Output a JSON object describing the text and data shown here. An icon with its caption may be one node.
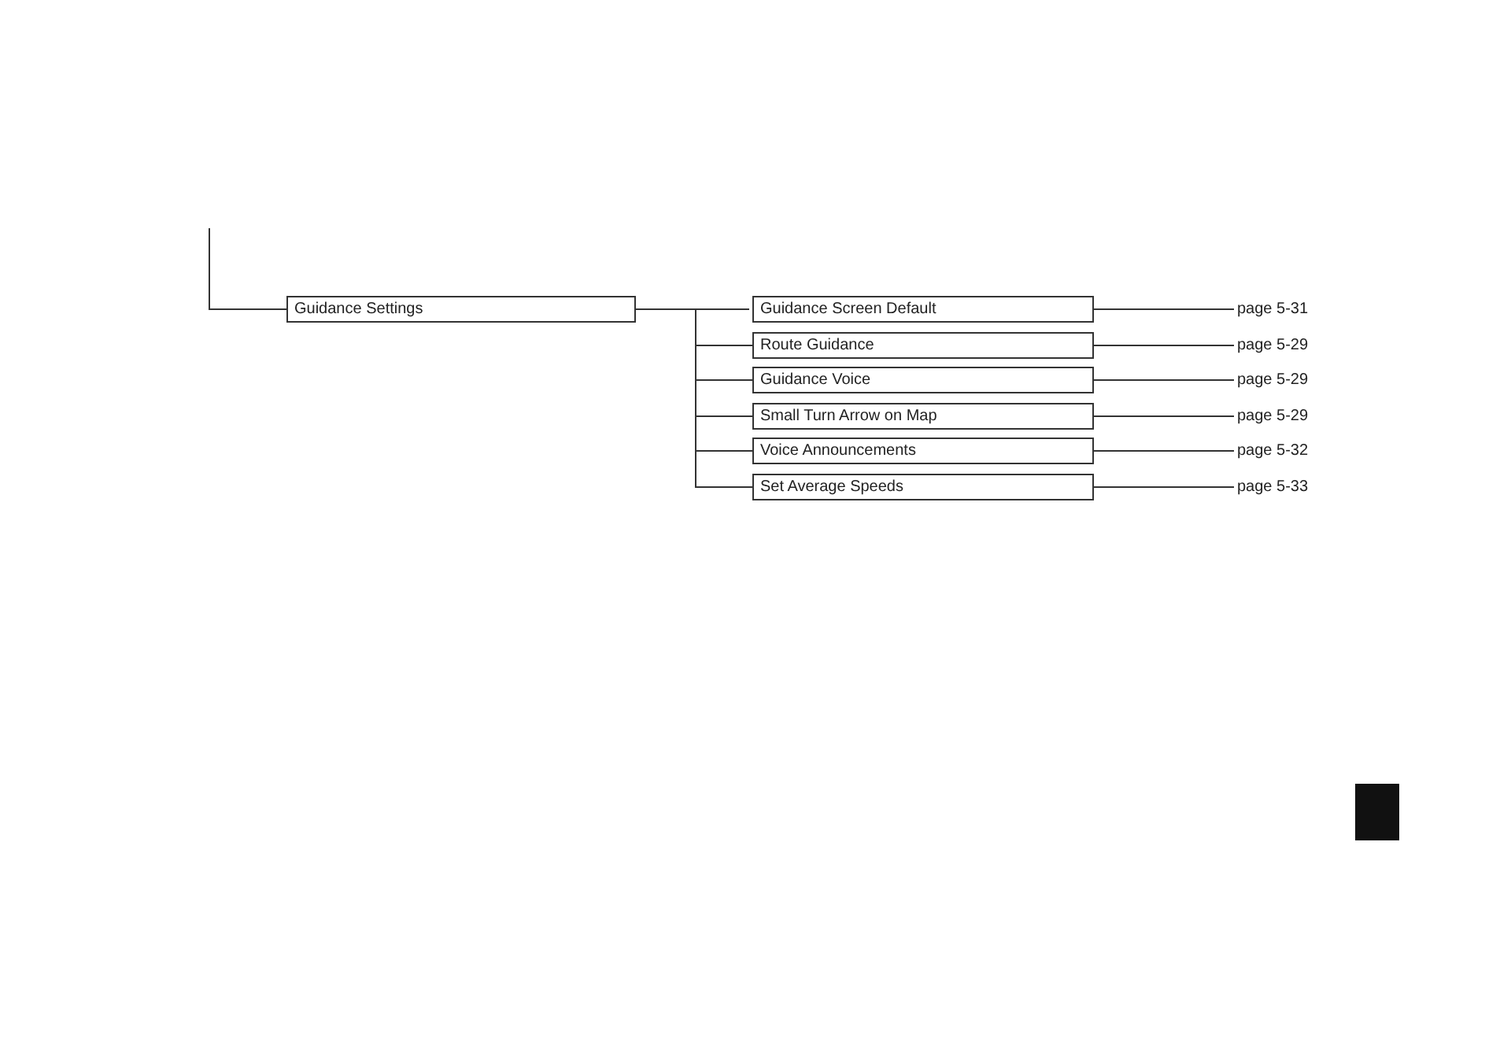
{
  "diagram": {
    "nodes": [
      {
        "text": [
          "Guidance Settings"
        ]
      },
      {
        "text": [
          "Guidance Screen Default"
        ]
      },
      {
        "text": [
          "Route Guidance"
        ]
      },
      {
        "text": [
          "Guidance Voice"
        ]
      },
      {
        "text": [
          "Small Turn Arrow on Map"
        ]
      },
      {
        "text": [
          "Voice Announcements"
        ]
      },
      {
        "text": [
          "Set Average Speeds"
        ]
      },
      {
        "text": [
          "page 5-31"
        ]
      },
      {
        "text": [
          "page 5-29"
        ]
      },
      {
        "text": [
          "page 5-29"
        ]
      },
      {
        "text": [
          "page 5-29"
        ]
      },
      {
        "text": [
          "page 5-32"
        ]
      },
      {
        "text": [
          "page 5-33"
        ]
      }
    ],
    "edges": [
      {
        "from": null,
        "to": 0,
        "arrow": "none"
      },
      {
        "from": 0,
        "to": 1,
        "arrow": "none"
      },
      {
        "from": 0,
        "to": 2,
        "arrow": "none"
      },
      {
        "from": 0,
        "to": 3,
        "arrow": "none"
      },
      {
        "from": 0,
        "to": 4,
        "arrow": "none"
      },
      {
        "from": 0,
        "to": 5,
        "arrow": "none"
      },
      {
        "from": 0,
        "to": 6,
        "arrow": "none"
      },
      {
        "from": 1,
        "to": 7,
        "arrow": "none"
      },
      {
        "from": 2,
        "to": 8,
        "arrow": "none"
      },
      {
        "from": 3,
        "to": 9,
        "arrow": "none"
      },
      {
        "from": 4,
        "to": 10,
        "arrow": "none"
      },
      {
        "from": 5,
        "to": 11,
        "arrow": "none"
      },
      {
        "from": 6,
        "to": 12,
        "arrow": "none"
      }
    ]
  }
}
